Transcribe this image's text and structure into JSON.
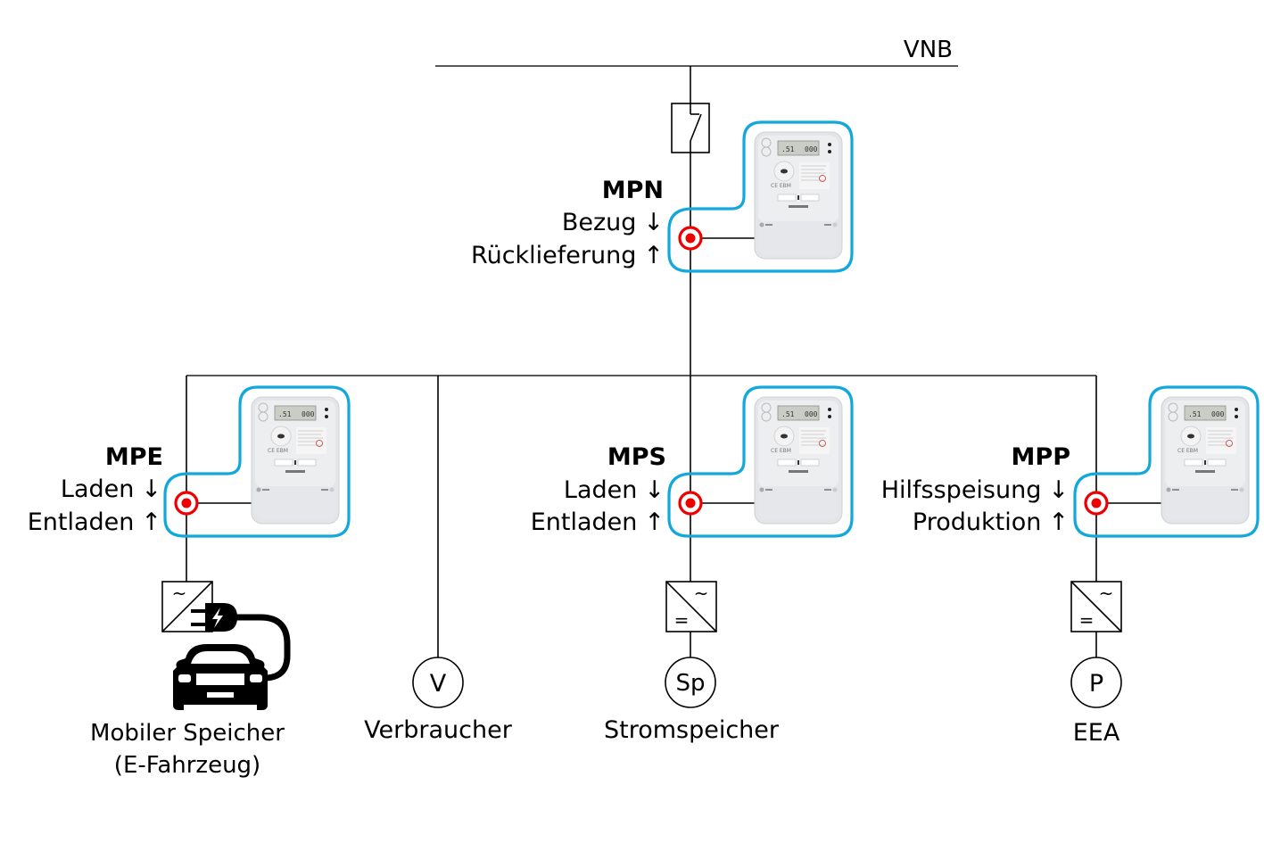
{
  "title": "Messkonzept Netzanschluss mit Speicher, E-Fahrzeug und Erzeugungsanlage",
  "grid": {
    "label": "VNB"
  },
  "colors": {
    "line": "#000000",
    "meter_outline": "#12a8dc",
    "measurement_point": "#ee0000"
  },
  "meters": [
    {
      "id": "mpn",
      "name": "MPN",
      "down_label": "Bezug",
      "down_arrow": "↓",
      "up_label": "Rücklieferung",
      "up_arrow": "↑",
      "icon": "electricity-meter-icon"
    },
    {
      "id": "mpe",
      "name": "MPE",
      "down_label": "Laden",
      "down_arrow": "↓",
      "up_label": "Entladen",
      "up_arrow": "↑",
      "icon": "electricity-meter-icon"
    },
    {
      "id": "mps",
      "name": "MPS",
      "down_label": "Laden",
      "down_arrow": "↓",
      "up_label": "Entladen",
      "up_arrow": "↑",
      "icon": "electricity-meter-icon"
    },
    {
      "id": "mpp",
      "name": "MPP",
      "down_label": "Hilfsspeisung",
      "down_arrow": "↓",
      "up_label": "Produktion",
      "up_arrow": "↑",
      "icon": "electricity-meter-icon"
    }
  ],
  "devices": {
    "ev": {
      "line1": "Mobiler Speicher",
      "line2": "(E-Fahrzeug)",
      "icon": "electric-car-plug-icon",
      "converter": "ac-dc-converter-icon"
    },
    "consumer": {
      "symbol": "V",
      "label": "Verbraucher"
    },
    "storage": {
      "symbol": "Sp",
      "label": "Stromspeicher",
      "converter": "dc-ac-inverter-icon"
    },
    "generator": {
      "symbol": "P",
      "label": "EEA",
      "converter": "dc-ac-inverter-icon"
    }
  },
  "converter_symbols": {
    "ac": "~",
    "dc": "="
  },
  "switch": {
    "icon": "disconnect-switch-icon"
  }
}
